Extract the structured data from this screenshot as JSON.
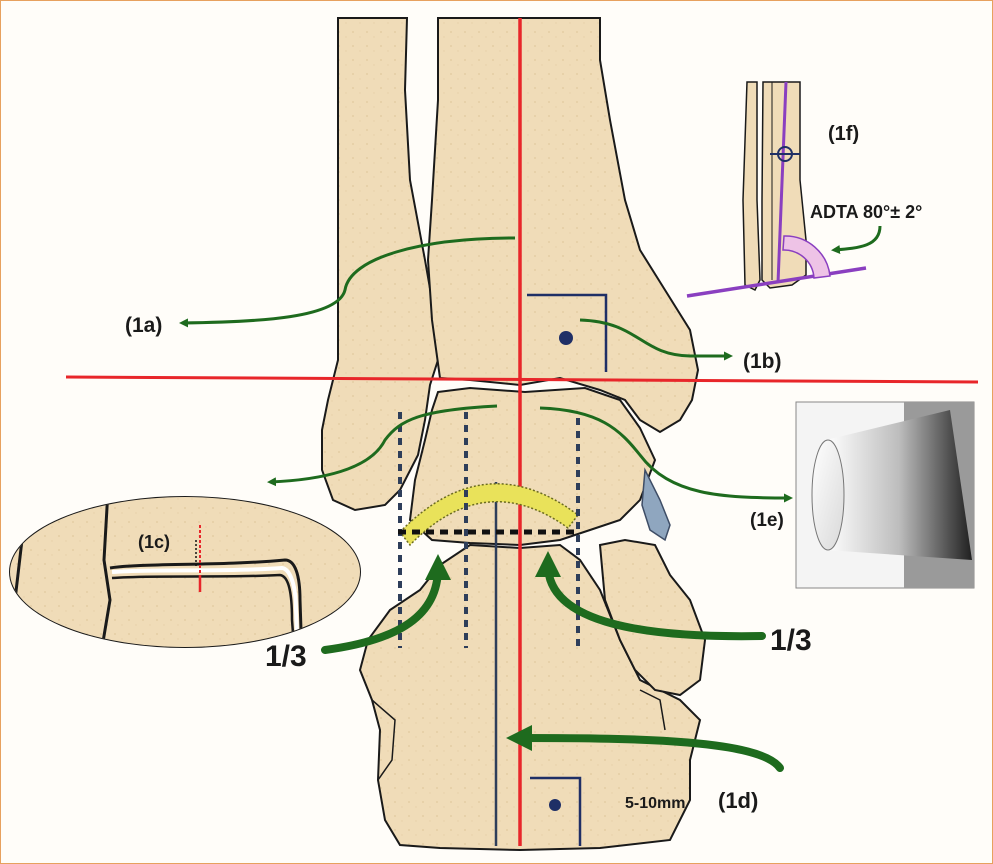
{
  "labels": {
    "l1a": "(1a)",
    "l1b": "(1b)",
    "l1c": "(1c)",
    "l1d": "(1d)",
    "l1e": "(1e)",
    "l1f": "(1f)",
    "third_left": "1/3",
    "third_right": "1/3",
    "range": "5-10mm",
    "adta": "ADTA 80°± 2°"
  },
  "colors": {
    "bone": "#f0dcb8",
    "bone_outline": "#1a1a1a",
    "red_axis": "#e8262a",
    "green_arrow": "#1e6b1e",
    "navy": "#1f2f66",
    "yellow_arc": "#e9e25a",
    "purple": "#8a3fc0",
    "pink": "#eec3e6",
    "frame": "#e7a15e",
    "ligament": "#8fa6bf"
  },
  "icons": [
    "arrow-icon",
    "right-angle-icon",
    "center-dot-icon",
    "cylinder-cone-icon"
  ]
}
